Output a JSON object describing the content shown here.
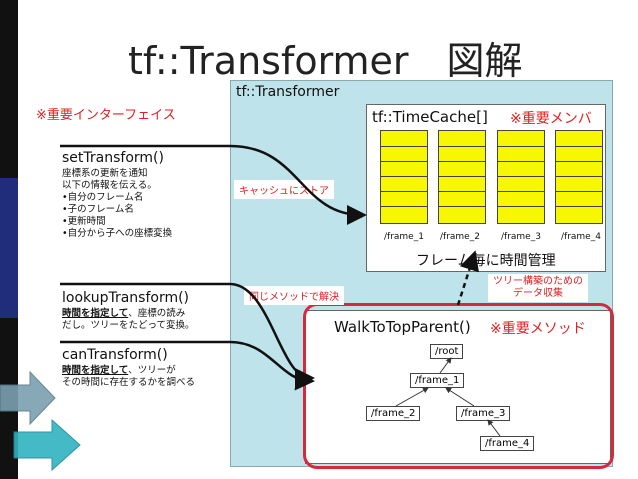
{
  "title": "tf::Transformer　図解",
  "important_interface": "※重要インターフェイス",
  "transformer_label": "tf::Transformer",
  "timecache": {
    "title": "tf::TimeCache[]",
    "member_note": "※重要メンバ",
    "frames": [
      "/frame_1",
      "/frame_2",
      "/frame_3",
      "/frame_4"
    ],
    "subtitle": "フレーム毎に時間管理"
  },
  "walk": {
    "title": "WalkToTopParent()",
    "method_note": "※重要メソッド",
    "nodes": {
      "root": "/root",
      "frame_1": "/frame_1",
      "frame_2": "/frame_2",
      "frame_3": "/frame_3",
      "frame_4": "/frame_4"
    }
  },
  "tags": {
    "cache_store": "キャッシュにストア",
    "same_method": "同じメソッドで解決",
    "tree_build_line1": "ツリー構築のための",
    "tree_build_line2": "データ収集"
  },
  "functions": {
    "set": {
      "name": "setTransform()",
      "lines": [
        "座標系の更新を通知",
        "以下の情報を伝える。",
        "•自分のフレーム名",
        "•子のフレーム名",
        "•更新時間",
        "•自分から子への座標変換"
      ]
    },
    "lookup": {
      "name": "lookupTransform()",
      "bold": "時間を指定して",
      "rest1": "、座標の読み",
      "line2": "だし。ツリーをたどって変換。"
    },
    "can": {
      "name": "canTransform()",
      "bold": "時間を指定して",
      "rest1": "、ツリーが",
      "line2": "その時間に存在するかを調べる"
    }
  },
  "colors": {
    "accent_red": "#e02020",
    "box_blue": "#bfe3ea",
    "cell_yellow": "#f6f700",
    "outline_red": "#d62a3a"
  }
}
